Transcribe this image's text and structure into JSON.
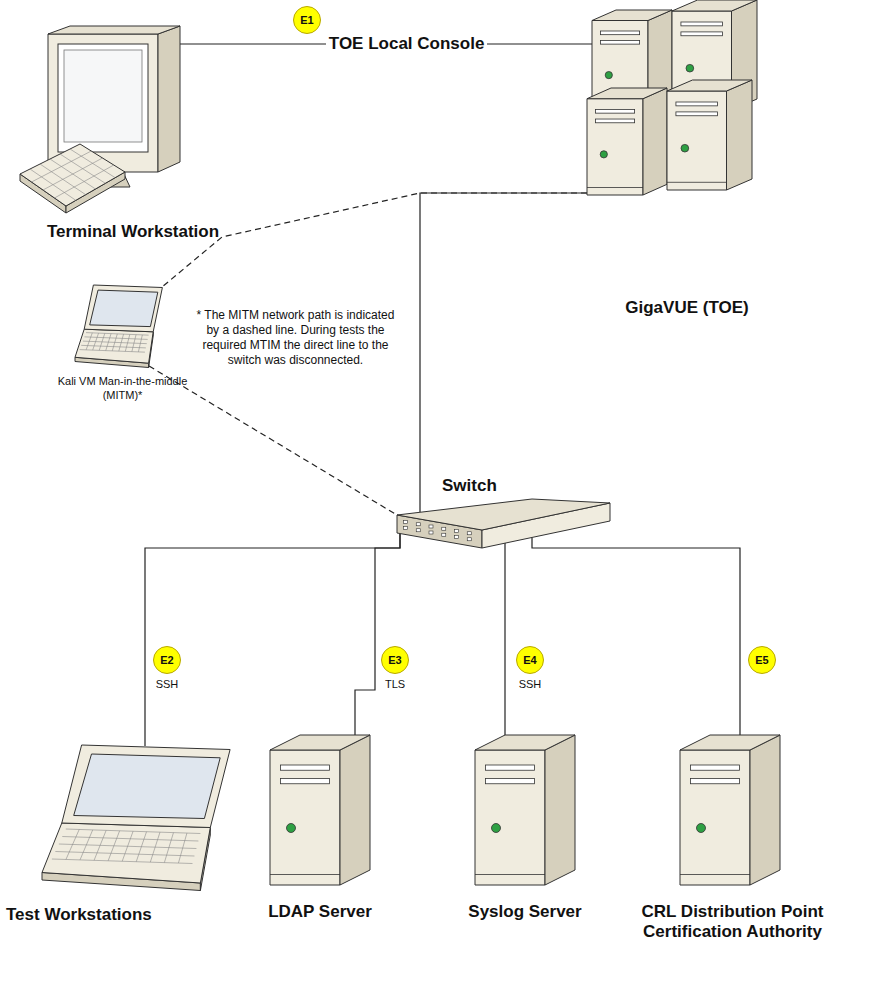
{
  "diagram": {
    "nodes": [
      {
        "text": [
          "Terminal Workstation"
        ]
      },
      {
        "text": [
          "GigaVUE (TOE)"
        ]
      },
      {
        "text": [
          "Kali VM Man-in-the-middle (MITM)*"
        ]
      },
      {
        "text": [
          "Switch"
        ]
      },
      {
        "text": [
          "Test Workstations"
        ]
      },
      {
        "text": [
          "LDAP Server"
        ]
      },
      {
        "text": [
          "Syslog Server"
        ]
      },
      {
        "text": [
          "CRL Distribution Point Certification Authority"
        ]
      }
    ],
    "edges": [
      {
        "from": 0,
        "to": 1,
        "arrow": "none",
        "label": "TOE Local Console"
      },
      {
        "from": 1,
        "to": 3,
        "arrow": "none"
      },
      {
        "from": 1,
        "to": 2,
        "arrow": "none"
      },
      {
        "from": 2,
        "to": 3,
        "arrow": "none"
      },
      {
        "from": 3,
        "to": 4,
        "arrow": "none"
      },
      {
        "from": 3,
        "to": 5,
        "arrow": "none"
      },
      {
        "from": 3,
        "to": 6,
        "arrow": "none"
      },
      {
        "from": 3,
        "to": 7,
        "arrow": "none"
      }
    ],
    "labels": [
      "* The MITM network path is indicated by a dashed line. During tests the required MTIM the direct line to the switch was disconnected.",
      "E1",
      "E2",
      "SSH",
      "E3",
      "TLS",
      "E4",
      "SSH",
      "E5"
    ]
  }
}
